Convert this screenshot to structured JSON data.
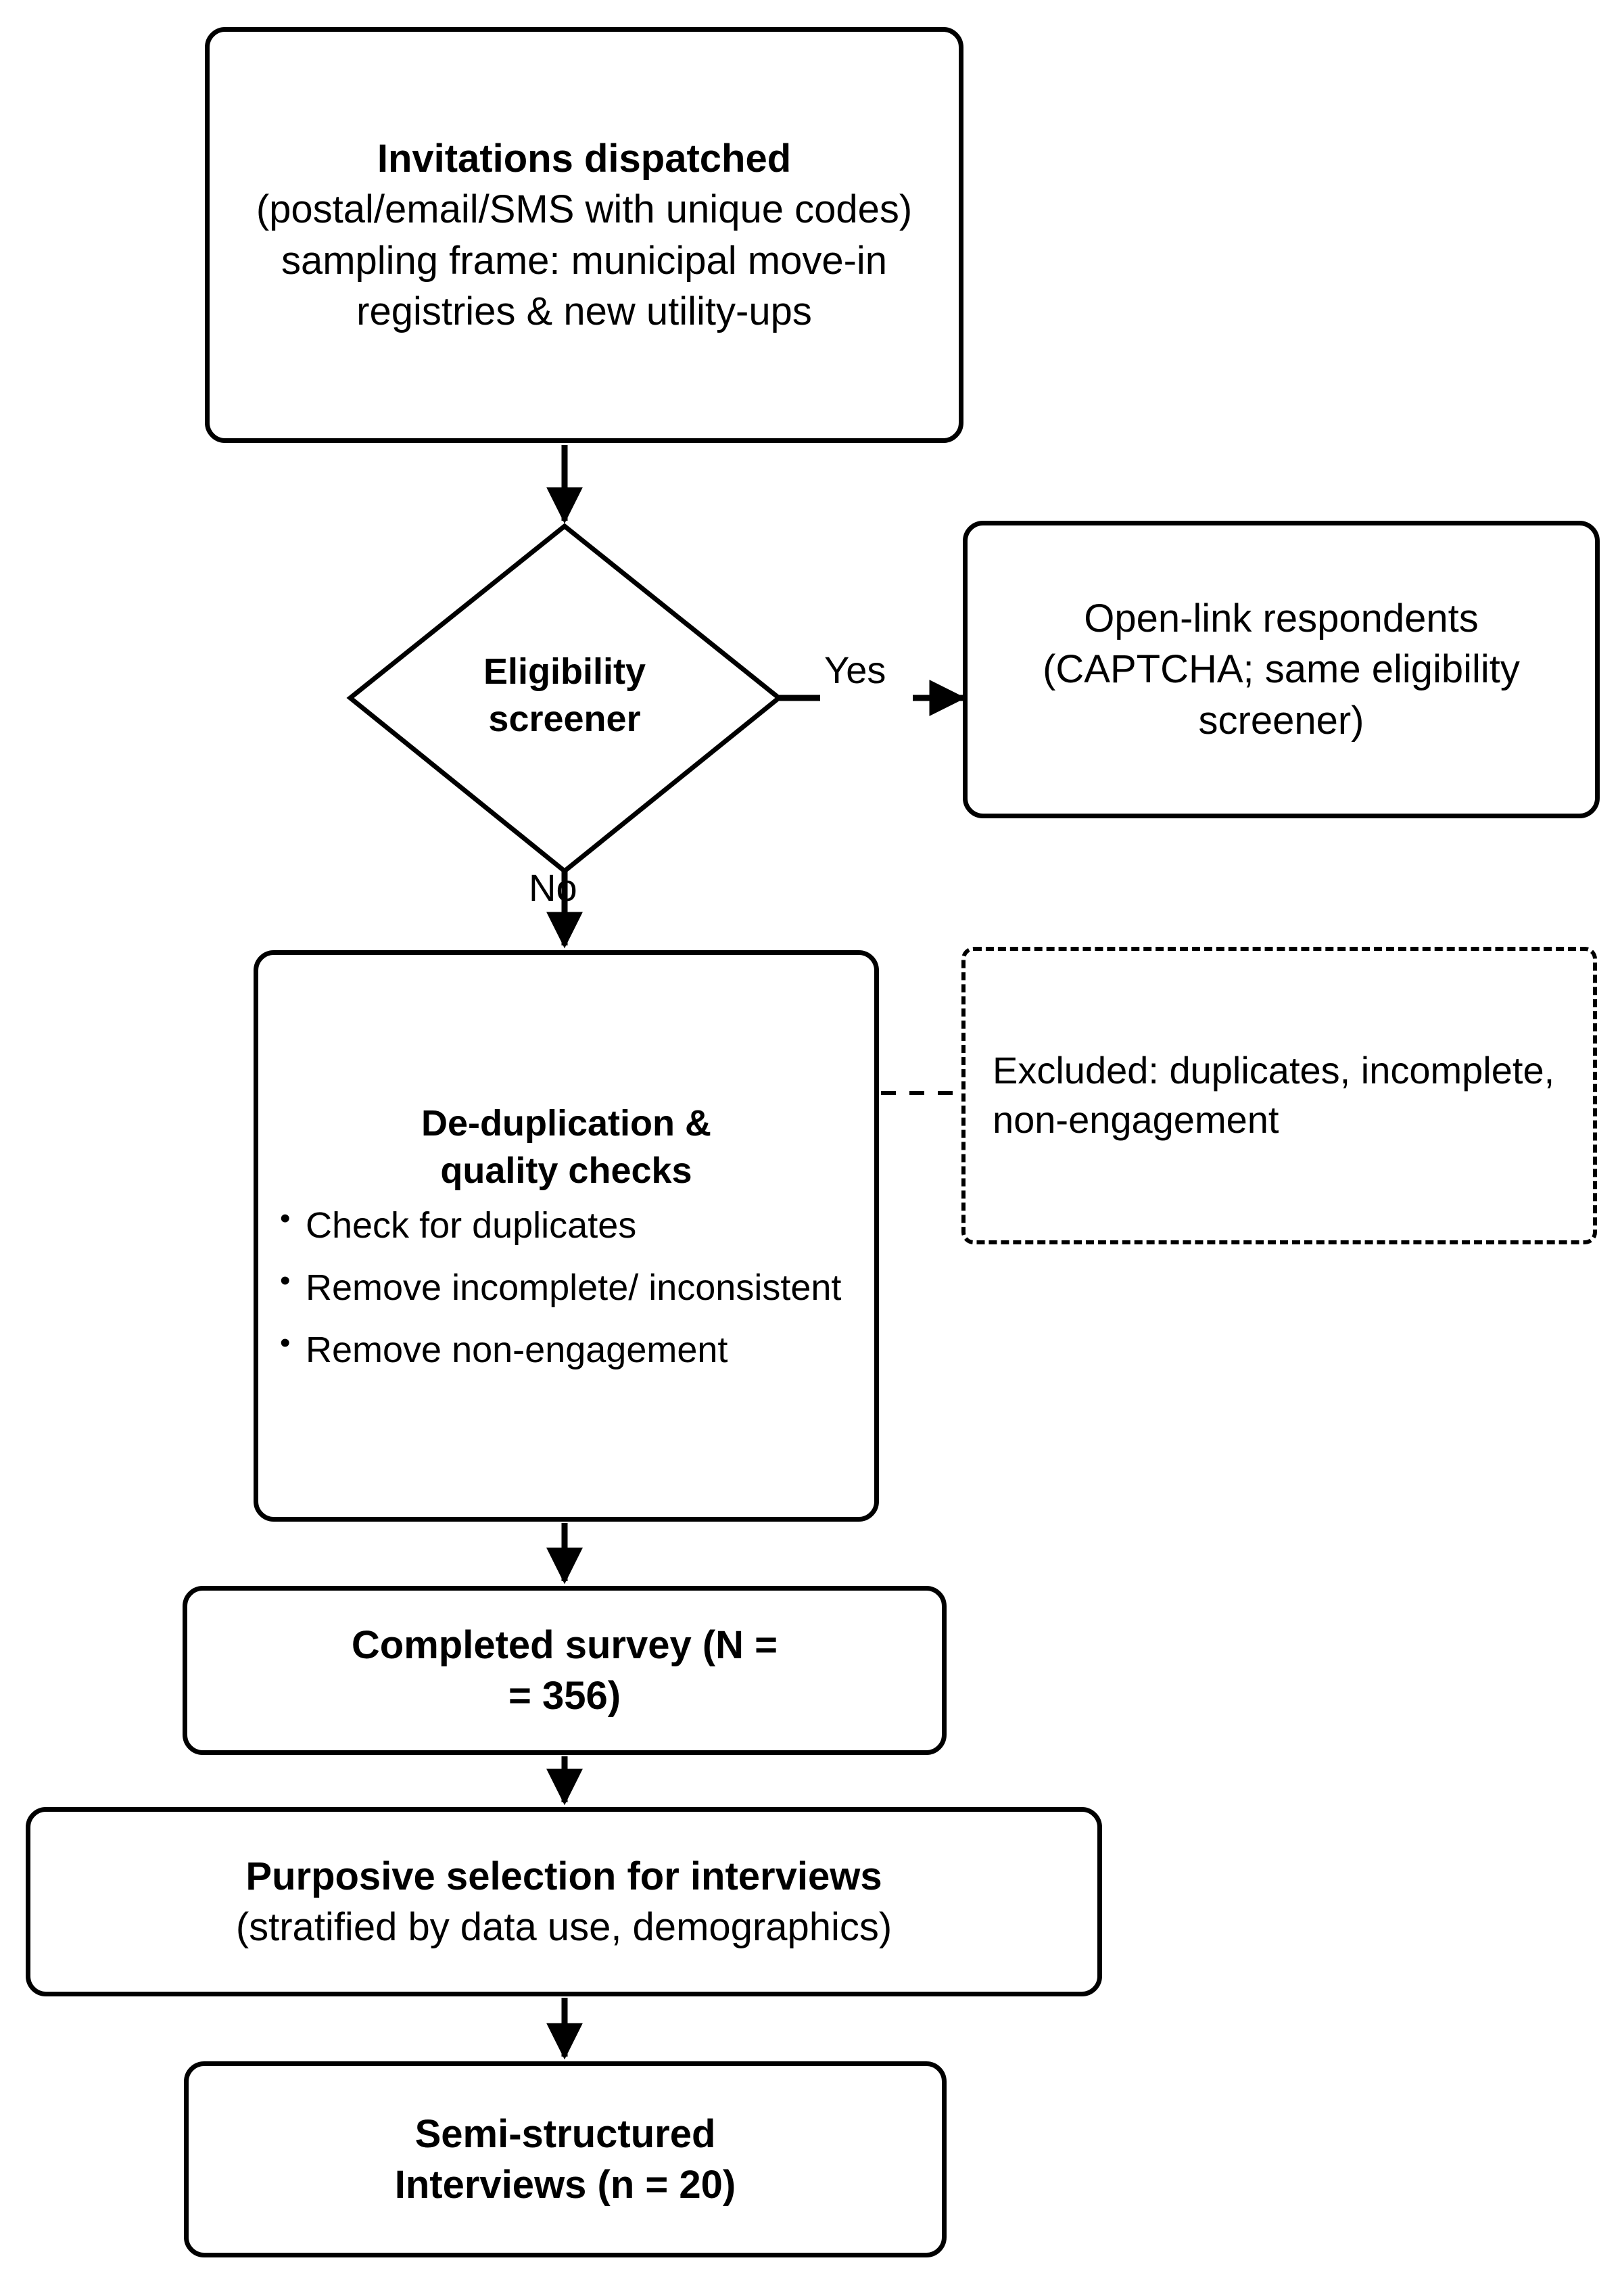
{
  "diagram": {
    "title": "Survey recruitment and participant selection flowchart",
    "stroke_color": "#000000",
    "background_color": "#ffffff"
  },
  "nodes": {
    "invitations": {
      "title": "Invitations dispatched",
      "subtitle": "(postal/email/SMS with unique codes)  sampling frame: municipal move-in registries & new utility-ups"
    },
    "eligibility": {
      "title_line1": "Eligibility",
      "title_line2": "screener"
    },
    "openlink": {
      "text": "Open-link respondents (CAPTCHA; same eligibility screener)"
    },
    "dedup": {
      "title_line1": "De-duplication &",
      "title_line2": "quality checks",
      "bullets": [
        "Check for duplicates",
        "Remove incomplete/ inconsistent",
        "Remove non-engagement"
      ]
    },
    "excluded": {
      "text": "Excluded: duplicates, incomplete, non-engagement"
    },
    "completed": {
      "line1": "Completed survey (N =",
      "line2": "= 356)"
    },
    "purposive": {
      "title": "Purposive selection for interviews",
      "subtitle": "(stratified by data use, demographics)"
    },
    "interviews": {
      "line1": "Semi-structured",
      "line2": "Interviews (n = 20)"
    }
  },
  "edges": {
    "yes_label": "Yes",
    "no_label": "No"
  }
}
